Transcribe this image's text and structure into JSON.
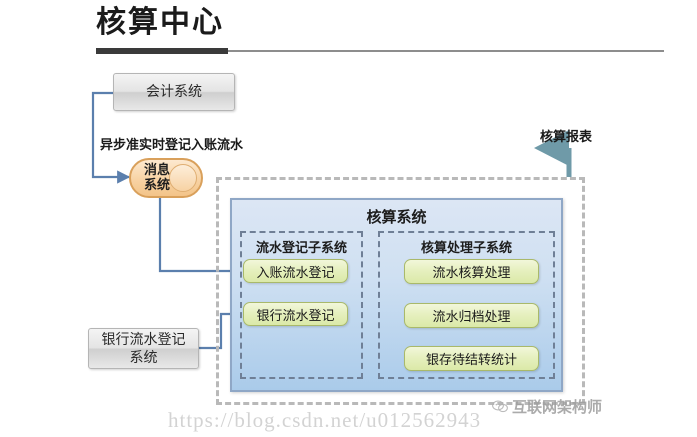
{
  "page": {
    "title": "核算中心"
  },
  "external": {
    "accounting_system": "会计系统",
    "message_system": "消息\n系统",
    "message_system_line1": "消息",
    "message_system_line2": "系统",
    "bank_register_system": "银行流水登记\n系统",
    "bank_register_line1": "银行流水登记",
    "bank_register_line2": "系统"
  },
  "labels": {
    "async_flow": "异步准实时登记入账流水",
    "report": "核算报表"
  },
  "core": {
    "title": "核算系统",
    "subsystems": [
      {
        "title": "流水登记子系统",
        "nodes": [
          {
            "label": "入账流水登记"
          },
          {
            "label": "银行流水登记"
          }
        ]
      },
      {
        "title": "核算处理子系统",
        "nodes": [
          {
            "label": "流水核算处理"
          },
          {
            "label": "流水归档处理"
          },
          {
            "label": "银存待结转统计"
          }
        ]
      }
    ]
  },
  "watermark": {
    "url": "https://blog.csdn.net/u012562943",
    "brand": "互联网架构师"
  },
  "colors": {
    "title_rule": "#3a3a3a",
    "blue_panel": "#aacbea",
    "green_node": "#e6f0bf",
    "orange_capsule": "#f8d3a4",
    "blue_arrow": "#5b7fad",
    "red_arrow": "#a34a5e",
    "dashed_border": "#b9b9b9"
  }
}
